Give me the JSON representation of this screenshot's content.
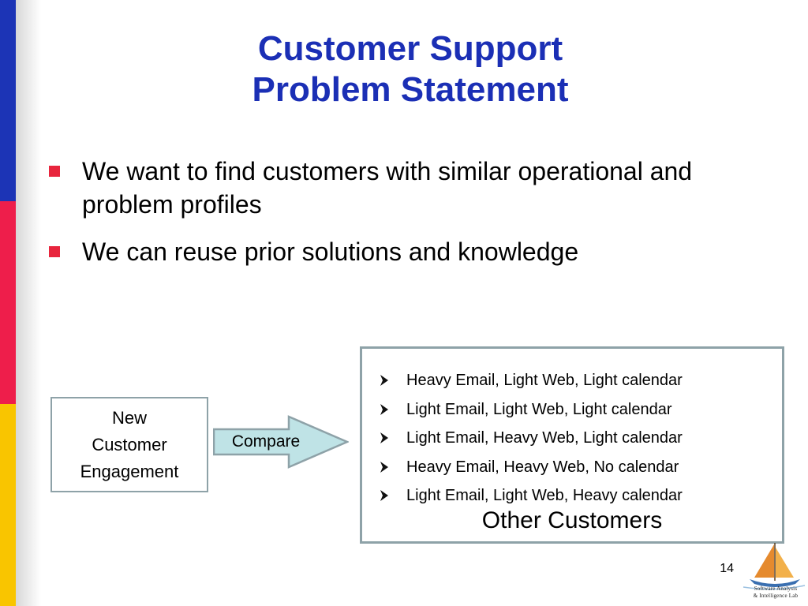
{
  "slide": {
    "title_line1": "Customer Support",
    "title_line2": "Problem Statement",
    "bullets": [
      "We want to find customers with similar operational and problem profiles",
      "We can reuse prior solutions and knowledge"
    ],
    "page_number": "14"
  },
  "diagram": {
    "new_box": {
      "line1": "New",
      "line2": "Customer",
      "line3": "Engagement"
    },
    "arrow_label": "Compare",
    "other_box": {
      "items": [
        "Heavy Email, Light Web, Light calendar",
        "Light Email, Light Web, Light calendar",
        "Light Email, Heavy Web, Light calendar",
        "Heavy Email, Heavy Web, No calendar",
        "Light Email, Light Web, Heavy calendar"
      ],
      "caption": "Other Customers"
    }
  },
  "logo": {
    "line1": "Software Analysis",
    "line2": "& Intelligence Lab"
  },
  "colors": {
    "title": "#1b2fb5",
    "bullet_square": "#e8253d",
    "bar_blue": "#1c34b6",
    "bar_red": "#ee1e4b",
    "bar_yellow": "#f9c500",
    "arrow_fill": "#bfe3e6",
    "box_border": "#8ea2a8"
  }
}
